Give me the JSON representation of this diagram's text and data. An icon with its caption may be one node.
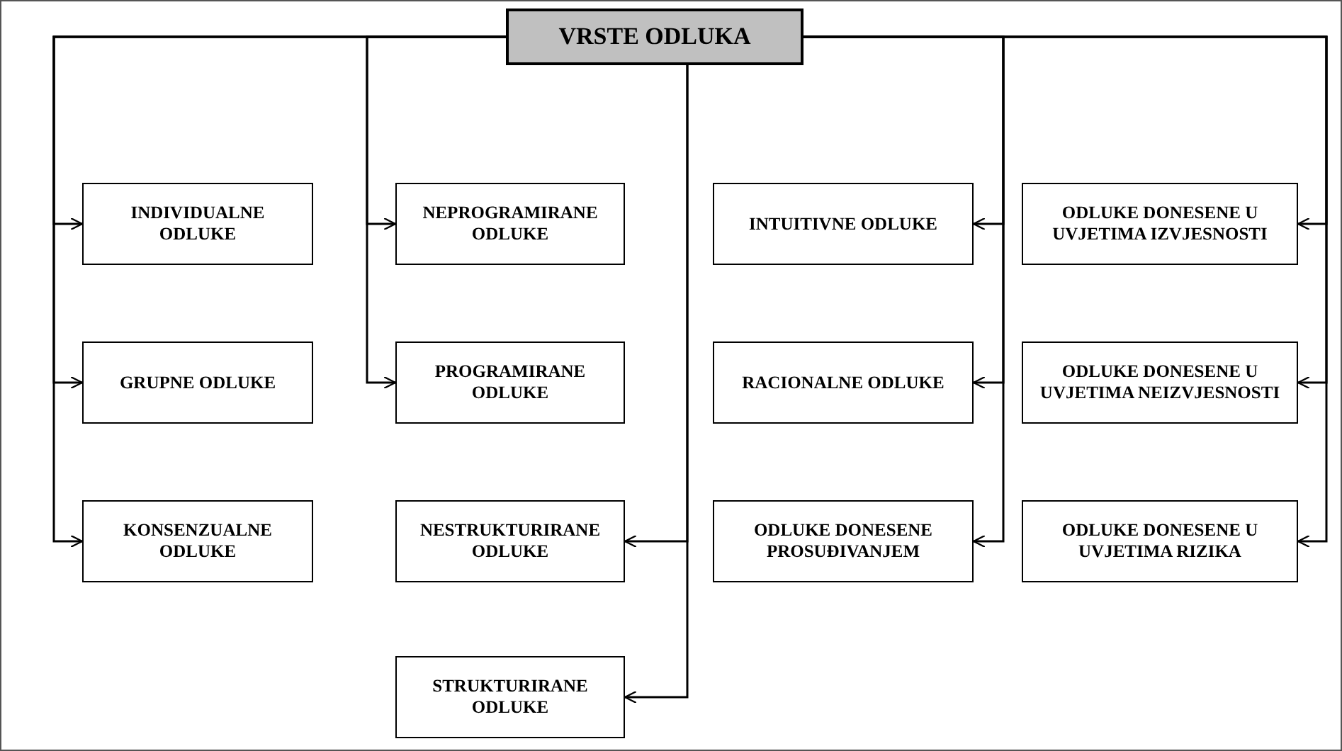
{
  "diagram": {
    "nodes": [
      {
        "text": [
          "VRSTE ODLUKA"
        ]
      },
      {
        "text": [
          "INDIVIDUALNE ODLUKE"
        ]
      },
      {
        "text": [
          "NEPROGRAMIRANE ODLUKE"
        ]
      },
      {
        "text": [
          "INTUITIVNE ODLUKE"
        ]
      },
      {
        "text": [
          "ODLUKE DONESENE U UVJETIMA IZVJESNOSTI"
        ]
      },
      {
        "text": [
          "GRUPNE ODLUKE"
        ]
      },
      {
        "text": [
          "PROGRAMIRANE ODLUKE"
        ]
      },
      {
        "text": [
          "RACIONALNE ODLUKE"
        ]
      },
      {
        "text": [
          "ODLUKE DONESENE U UVJETIMA NEIZVJESNOSTI"
        ]
      },
      {
        "text": [
          "KONSENZUALNE ODLUKE"
        ]
      },
      {
        "text": [
          "NESTRUKTURIRANE ODLUKE"
        ]
      },
      {
        "text": [
          "ODLUKE DONESENE PROSUĐIVANJEM"
        ]
      },
      {
        "text": [
          "ODLUKE DONESENE U UVJETIMA RIZIKA"
        ]
      },
      {
        "text": [
          "STRUKTURIRANE ODLUKE"
        ]
      }
    ],
    "edges": [
      {
        "from": 0,
        "to": 1,
        "arrow": "to"
      },
      {
        "from": 0,
        "to": 5,
        "arrow": "to"
      },
      {
        "from": 0,
        "to": 9,
        "arrow": "to"
      },
      {
        "from": 0,
        "to": 2,
        "arrow": "to"
      },
      {
        "from": 0,
        "to": 6,
        "arrow": "to"
      },
      {
        "from": 0,
        "to": 10,
        "arrow": "to"
      },
      {
        "from": 0,
        "to": 13,
        "arrow": "to"
      },
      {
        "from": 0,
        "to": 3,
        "arrow": "to"
      },
      {
        "from": 0,
        "to": 7,
        "arrow": "to"
      },
      {
        "from": 0,
        "to": 11,
        "arrow": "to"
      },
      {
        "from": 0,
        "to": 4,
        "arrow": "to"
      },
      {
        "from": 0,
        "to": 8,
        "arrow": "to"
      },
      {
        "from": 0,
        "to": 12,
        "arrow": "to"
      }
    ]
  }
}
